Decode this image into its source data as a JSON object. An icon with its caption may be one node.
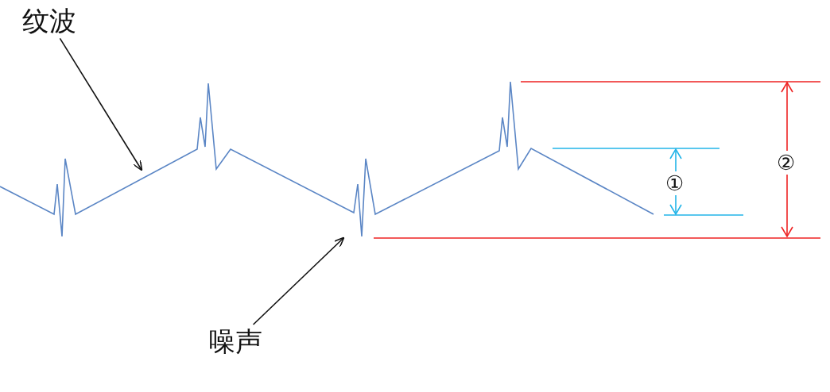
{
  "diagram": {
    "nodes": [
      {
        "text": [
          "纹波"
        ]
      },
      {
        "text": [
          "噪声"
        ]
      }
    ],
    "edges": [
      {
        "from": 0,
        "to": null,
        "arrow": "to"
      },
      {
        "from": 1,
        "to": null,
        "arrow": "to"
      }
    ],
    "labels": [
      "①",
      "②"
    ]
  }
}
